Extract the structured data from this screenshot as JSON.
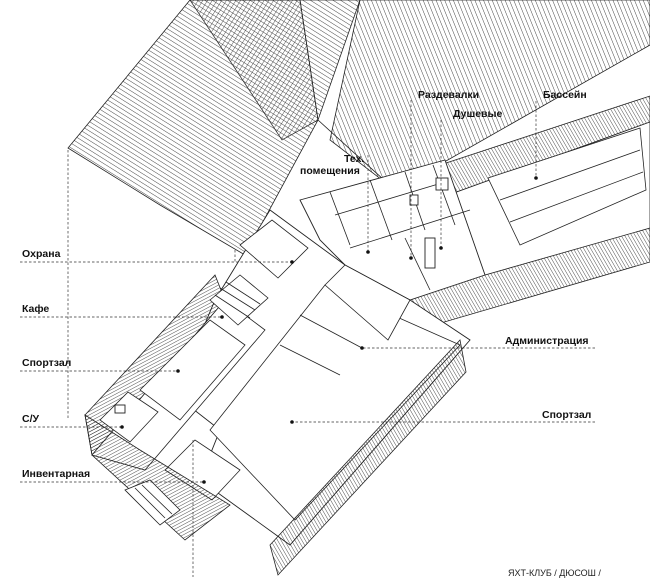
{
  "labels": {
    "ohrana": "Охрана",
    "kafe": "Кафе",
    "sportzal_left": "Спортзал",
    "su": "С/У",
    "inventarnaya": "Инвентарная",
    "teh_line1": "Тех.",
    "teh_line2": "помещения",
    "razdevalki": "Раздевалки",
    "dushevye": "Душевые",
    "bassein": "Бассейн",
    "administratsiya": "Администрация",
    "sportzal_right": "Спортзал"
  },
  "caption": "ЯХТ-КЛУБ /  ДЮСОШ  /",
  "colors": {
    "ink": "#111111",
    "paper": "#ffffff"
  }
}
